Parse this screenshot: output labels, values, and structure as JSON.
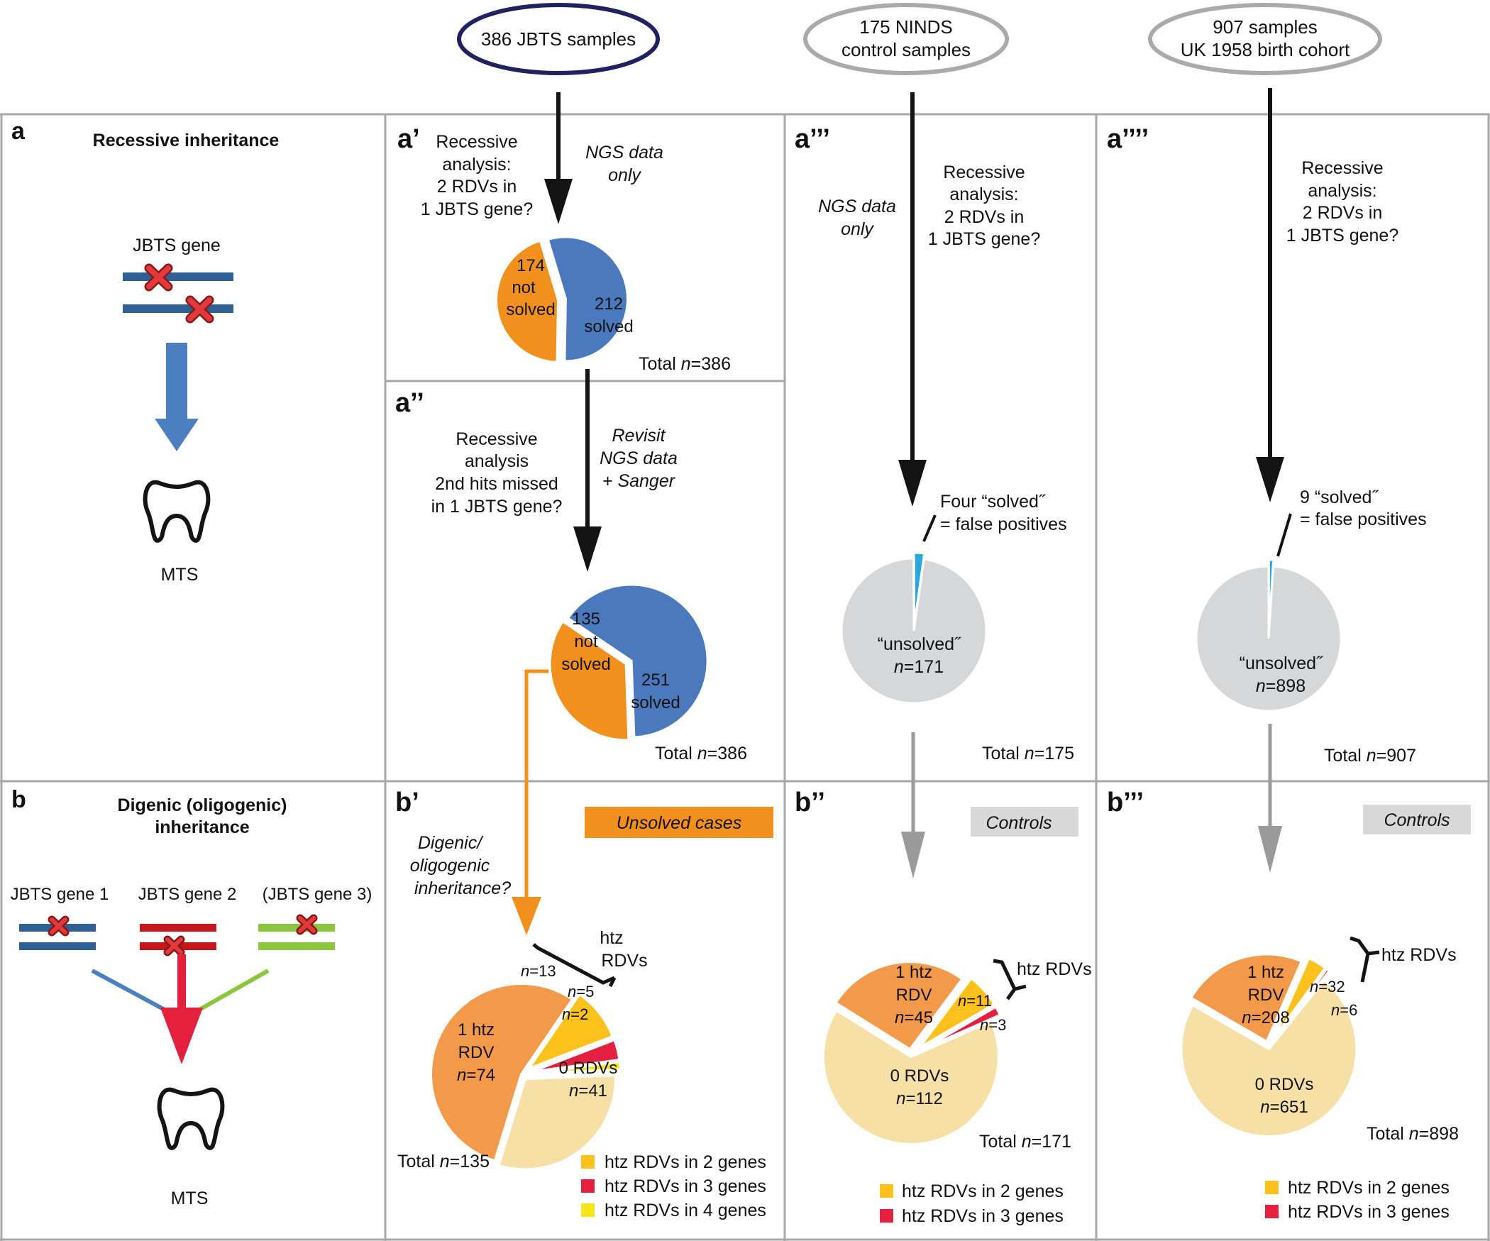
{
  "sources": {
    "jbts": "386 JBTS samples",
    "ninds_line1": "175 NINDS",
    "ninds_line2": "control samples",
    "uk_line1": "907 samples",
    "uk_line2": "UK 1958 birth cohort"
  },
  "panel_a": {
    "label": "a",
    "title": "Recessive inheritance",
    "gene_label": "JBTS gene",
    "tooth_label": "MTS"
  },
  "panel_b": {
    "label": "b",
    "title_line1": "Digenic (oligogenic)",
    "title_line2": "inheritance",
    "gene1": "JBTS gene 1",
    "gene2": "JBTS gene 2",
    "gene3": "(JBTS gene 3)",
    "tooth_label": "MTS"
  },
  "panel_a1": {
    "label": "a’",
    "q": [
      "Recessive",
      "analysis:",
      "2 RDVs in",
      "1 JBTS gene?"
    ],
    "note": [
      "NGS data",
      "only"
    ],
    "orange": [
      "174",
      "not",
      "solved"
    ],
    "blue": [
      "212",
      "solved"
    ],
    "total_prefix": "Total ",
    "total_n": "n",
    "total_val": "=386"
  },
  "panel_a2": {
    "label": "a’’",
    "q": [
      "Recessive",
      "analysis",
      "2nd hits missed",
      "in 1 JBTS gene?"
    ],
    "note": [
      "Revisit",
      "NGS data",
      "+ Sanger"
    ],
    "orange": [
      "135",
      "not",
      "solved"
    ],
    "blue": [
      "251",
      "solved"
    ],
    "total_prefix": "Total ",
    "total_n": "n",
    "total_val": "=386"
  },
  "panel_a3": {
    "label": "a’’’",
    "note": [
      "NGS data",
      "only"
    ],
    "q": [
      "Recessive",
      "analysis:",
      "2 RDVs in",
      "1 JBTS gene?"
    ],
    "fp": [
      "Four “solved˝",
      "= false positives"
    ],
    "unsolved": "“unsolved˝",
    "n_prefix": "n",
    "n_val": "=171",
    "total_prefix": "Total ",
    "total_n": "n",
    "total_val": "=175"
  },
  "panel_a4": {
    "label": "a’’’’",
    "q": [
      "Recessive",
      "analysis:",
      "2 RDVs in",
      "1 JBTS gene?"
    ],
    "fp": [
      "9 “solved˝",
      "= false positives"
    ],
    "unsolved": "“unsolved˝",
    "n_prefix": "n",
    "n_val": "=898",
    "total_prefix": "Total ",
    "total_n": "n",
    "total_val": "=907"
  },
  "panel_b1": {
    "label": "b’",
    "tag": "Unsolved cases",
    "question": [
      "Digenic/",
      "oligogenic",
      "inheritance?"
    ],
    "htz": [
      "htz",
      "RDVs"
    ],
    "big_line1": "1 htz",
    "big_line2": "RDV",
    "big_n": "n",
    "big_val": "=74",
    "zero_line": "0 RDVs",
    "zero_n": "n",
    "zero_val": "=41",
    "s13": "=13",
    "s5": "=5",
    "s2": "=2",
    "total_prefix": "Total ",
    "total_n": "n",
    "total_val": "=135",
    "legend": [
      "htz RDVs in 2 genes",
      "htz RDVs in 3 genes",
      "htz RDVs in 4 genes"
    ]
  },
  "panel_b2": {
    "label": "b’’",
    "tag": "Controls",
    "htz": "htz RDVs",
    "big_line1": "1 htz",
    "big_line2": "RDV",
    "big_n": "n",
    "big_val": "=45",
    "zero_line": "0 RDVs",
    "zero_n": "n",
    "zero_val": "=112",
    "s11": "=11",
    "s3": "=3",
    "total_prefix": "Total ",
    "total_n": "n",
    "total_val": "=171",
    "legend": [
      "htz RDVs in 2 genes",
      "htz RDVs in 3 genes"
    ]
  },
  "panel_b3": {
    "label": "b’’’",
    "tag": "Controls",
    "htz": "htz RDVs",
    "big_line1": "1 htz",
    "big_line2": "RDV",
    "big_n": "n",
    "big_val": "=208",
    "zero_line": "0 RDVs",
    "zero_n": "n",
    "zero_val": "=651",
    "s32": "=32",
    "s6": "=6",
    "total_prefix": "Total ",
    "total_n": "n",
    "total_val": "=898",
    "legend": [
      "htz RDVs in 2 genes",
      "htz RDVs in 3 genes"
    ]
  },
  "chart_data": [
    {
      "type": "pie",
      "categories": [
        "not solved",
        "solved"
      ],
      "values": [
        174,
        212
      ]
    },
    {
      "type": "pie",
      "categories": [
        "not solved",
        "solved"
      ],
      "values": [
        135,
        251
      ]
    },
    {
      "type": "pie",
      "categories": [
        "“unsolved˝",
        "“solved˝"
      ],
      "values": [
        171,
        4
      ]
    },
    {
      "type": "pie",
      "categories": [
        "“unsolved˝",
        "“solved˝"
      ],
      "values": [
        898,
        9
      ]
    },
    {
      "type": "pie",
      "categories": [
        "1 htz RDV",
        "htz RDVs in 2 genes",
        "htz RDVs in 3 genes",
        "htz RDVs in 4 genes",
        "0 RDVs"
      ],
      "values": [
        74,
        13,
        5,
        2,
        41
      ]
    },
    {
      "type": "pie",
      "categories": [
        "1 htz RDV",
        "htz RDVs in 2 genes",
        "htz RDVs in 3 genes",
        "0 RDVs"
      ],
      "values": [
        45,
        11,
        3,
        112
      ]
    },
    {
      "type": "pie",
      "categories": [
        "1 htz RDV",
        "htz RDVs in 2 genes",
        "htz RDVs in 3 genes",
        "0 RDVs"
      ],
      "values": [
        208,
        32,
        6,
        651
      ]
    }
  ],
  "colors": {
    "blue": "#4a79bd",
    "orange": "#f2901e",
    "light_orange": "#f2994a",
    "cream": "#f6e0a6",
    "yellow": "#fcc21b",
    "red": "#e4203f",
    "bright_yellow": "#f6e51b",
    "grey": "#d6d7d9",
    "cyan": "#29a8e0",
    "navy": "#1f2260",
    "tag_grey": "#d8d8d8"
  }
}
